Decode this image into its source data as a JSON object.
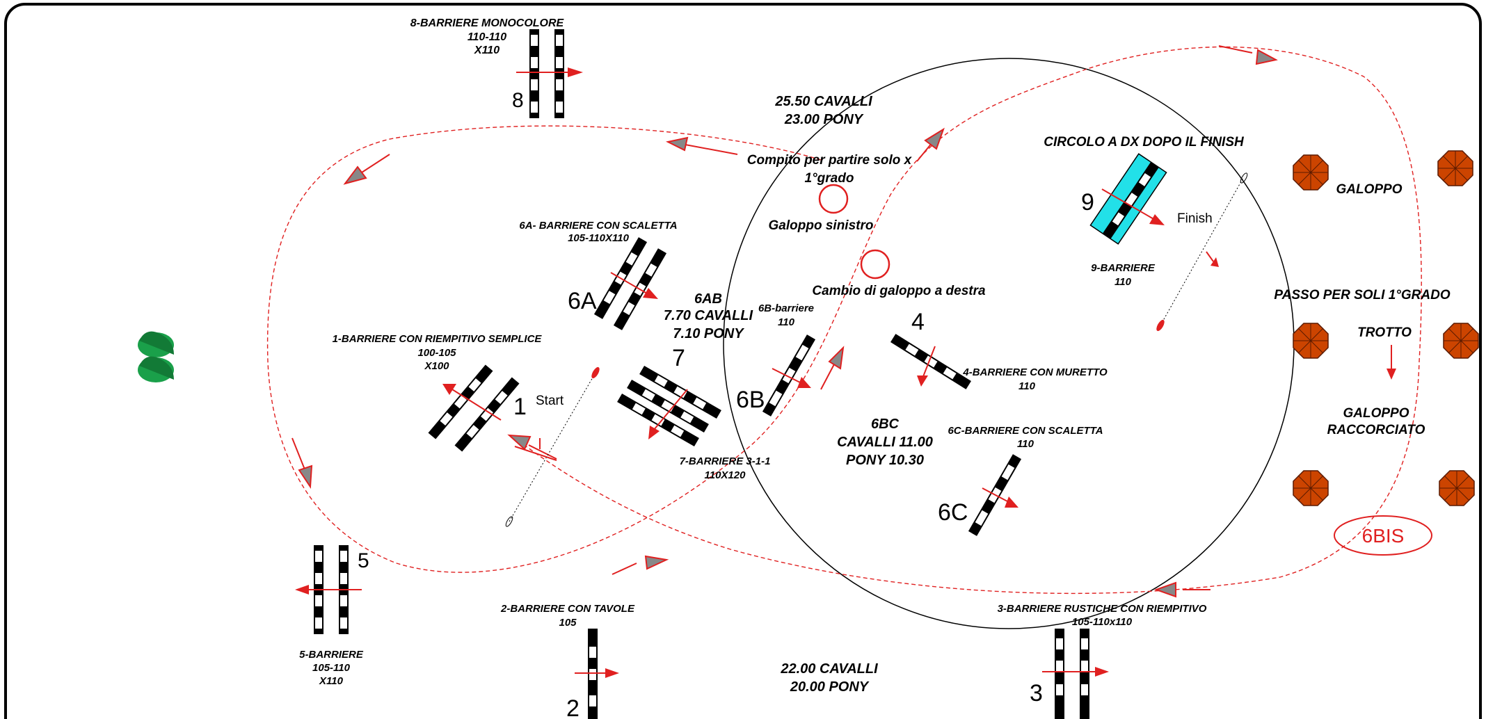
{
  "colors": {
    "route": "#e02020",
    "barrier_dark": "#000000",
    "barrier_light": "#ffffff",
    "water": "#22e0e8",
    "tree": "#cc4400",
    "logo": "#1aa04a"
  },
  "time_allowed": {
    "top": {
      "horses": "25.50 CAVALLI",
      "ponies": "23.00 PONY"
    },
    "bottom": {
      "horses": "22.00 CAVALLI",
      "ponies": "20.00 PONY"
    },
    "ab": {
      "code": "6AB",
      "horses": "7.70 CAVALLI",
      "ponies": "7.10 PONY"
    },
    "bc": {
      "code": "6BC",
      "horses": "CAVALLI 11.00",
      "ponies": "PONY 10.30"
    }
  },
  "obstacles": {
    "o1": {
      "number": "1",
      "desc": "1-BARRIERE CON RIEMPITIVO SEMPLICE",
      "dims_a": "100-105",
      "dims_b": "X100"
    },
    "o2": {
      "number": "2",
      "desc": "2-BARRIERE CON TAVOLE",
      "dims_a": "105"
    },
    "o3": {
      "number": "3",
      "desc": "3-BARRIERE RUSTICHE CON RIEMPITIVO",
      "dims_a": "105-110x110"
    },
    "o4": {
      "number": "4",
      "desc": "4-BARRIERE CON MURETTO",
      "dims_a": "110"
    },
    "o5": {
      "number": "5",
      "desc": "5-BARRIERE",
      "dims_a": "105-110",
      "dims_b": "X110"
    },
    "o6a": {
      "number": "6A",
      "desc": "6A- BARRIERE CON SCALETTA",
      "dims_a": "105-110X110"
    },
    "o6b": {
      "number": "6B",
      "desc": "6B-barriere",
      "dims_a": "110"
    },
    "o6c": {
      "number": "6C",
      "desc": "6C-BARRIERE CON SCALETTA",
      "dims_a": "110"
    },
    "o7": {
      "number": "7",
      "desc": "7-BARRIERE 3-1-1",
      "dims_a": "110X120"
    },
    "o8": {
      "number": "8",
      "desc": "8-BARRIERE MONOCOLORE",
      "dims_a": "110-110",
      "dims_b": "X110"
    },
    "o9": {
      "number": "9",
      "desc": "9-BARRIERE",
      "dims_a": "110"
    }
  },
  "notes": {
    "task_line1": "Compito per partire solo x",
    "task_line2": "1°grado",
    "left_lead": "Galoppo sinistro",
    "lead_change": "Cambio di galoppo a destra",
    "circle_after": "CIRCOLO A DX DOPO IL FINISH",
    "gallop": "GALOPPO",
    "walk": "PASSO PER SOLI 1°GRADO",
    "trot": "TROTTO",
    "collected_1": "GALOPPO",
    "collected_2": "RACCORCIATO",
    "bis": "6BIS"
  },
  "gates": {
    "start": "Start",
    "finish": "Finish"
  }
}
